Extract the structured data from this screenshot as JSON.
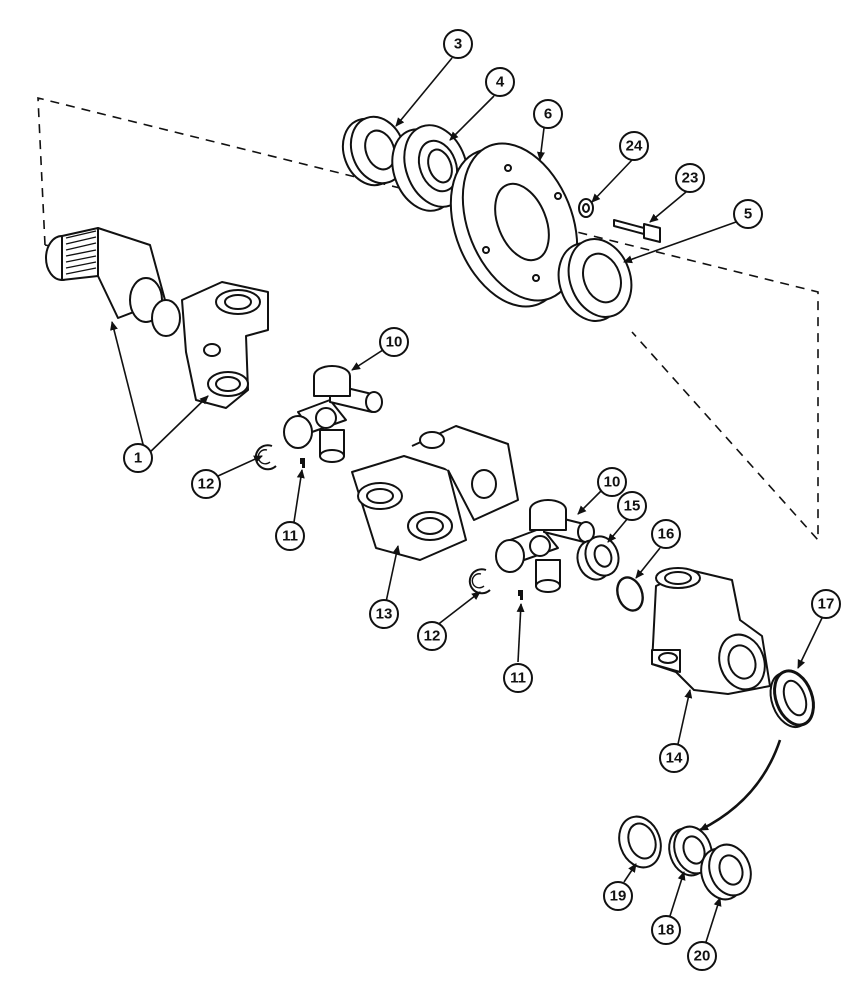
{
  "callouts": {
    "c1": "1",
    "c3": "3",
    "c4": "4",
    "c5": "5",
    "c6": "6",
    "c10a": "10",
    "c10b": "10",
    "c11a": "11",
    "c11b": "11",
    "c12a": "12",
    "c12b": "12",
    "c13": "13",
    "c14": "14",
    "c15": "15",
    "c16": "16",
    "c17": "17",
    "c18": "18",
    "c19": "19",
    "c20": "20",
    "c23": "23",
    "c24": "24"
  }
}
